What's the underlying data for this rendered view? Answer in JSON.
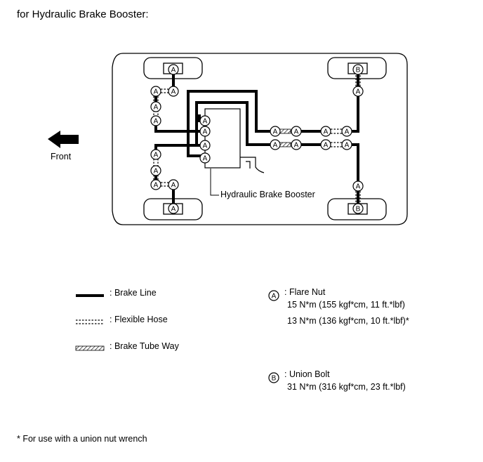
{
  "title": "for Hydraulic Brake Booster:",
  "diagram": {
    "front_label": "Front",
    "booster_label": "Hydraulic Brake Booster",
    "flare_nut_mark": "A",
    "union_bolt_mark": "B"
  },
  "legend": {
    "brake_line": ": Brake Line",
    "flexible_hose": ": Flexible Hose",
    "brake_tube_way": ": Brake Tube Way",
    "flare_nut": {
      "label": ": Flare Nut",
      "torque_1": "15 N*m (155 kgf*cm, 11 ft.*lbf)",
      "torque_2": "13 N*m (136 kgf*cm, 10 ft.*lbf)*"
    },
    "union_bolt": {
      "label": ": Union Bolt",
      "torque": "31 N*m (316 kgf*cm, 23 ft.*lbf)"
    }
  },
  "footnote": "* For use with a union nut wrench"
}
